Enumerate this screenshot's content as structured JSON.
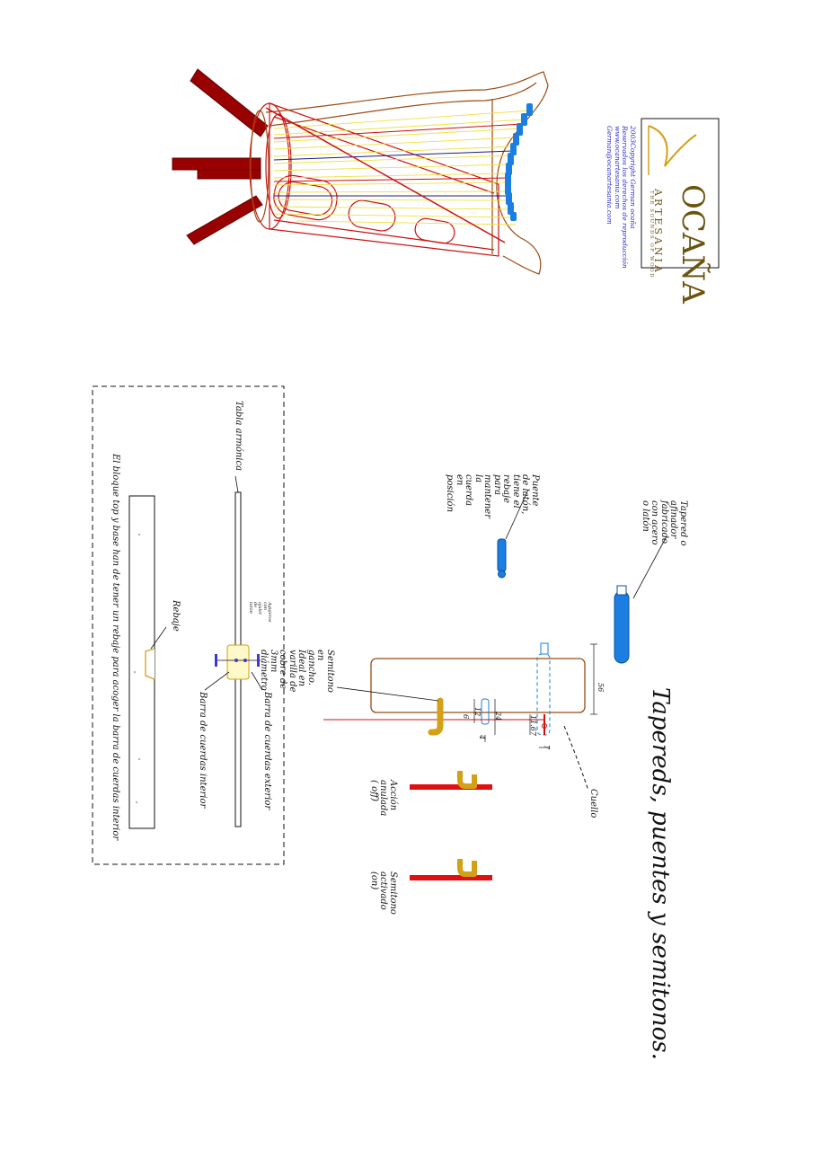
{
  "title": "Tapereds, puentes y semitonos.",
  "labels": {
    "tapered": "Tapered o afinador fabricado con acero o latón",
    "puente": "Puente de latón, tiene el rebaje para mantener la cuerda en posición",
    "cuello": "Cuello",
    "semitono_gancho": "Semitono en gancho. Ideal en varilla de cobre de 3mm diámetro",
    "accion_anulada": "Acción anulada ( off)",
    "semitono_activado": "Semitono activado (on)",
    "tabla_armonica": "Tabla armónica",
    "agujeros": "Agujeros con ojalet de latón",
    "barra_exterior": "Barra de cuerdas exterior",
    "barra_interior": "Barra de cuerdas interior",
    "rebaje": "Rebaje",
    "bloque_note": "El bloque top y base han de tener un rebaje para acoger la barra de cuerdas interior"
  },
  "dimensions": {
    "d56": "56",
    "d7": "7",
    "d24": "24",
    "d12": "12",
    "d6": "6",
    "d4": "4",
    "d1167": "11.67"
  },
  "logo": {
    "name": "OCAÑA",
    "line1": "ARTESANIA",
    "line2": "THE SOUNDS OF WOOD"
  },
  "copyright": {
    "line1": "2003Copyright  German ocaña",
    "line2": "Reservados los derechos de reproducción",
    "line3": "www.ocanartesania.com",
    "line4": "German@ocanartesania.com"
  },
  "colors": {
    "frame_red": "#cc1010",
    "frame_brown": "#9a4a10",
    "leg_darkred": "#990000",
    "string_yellow": "#f0e040",
    "blue": "#1a7fe0",
    "gold": "#d4a017",
    "bar_red": "#e01010"
  }
}
